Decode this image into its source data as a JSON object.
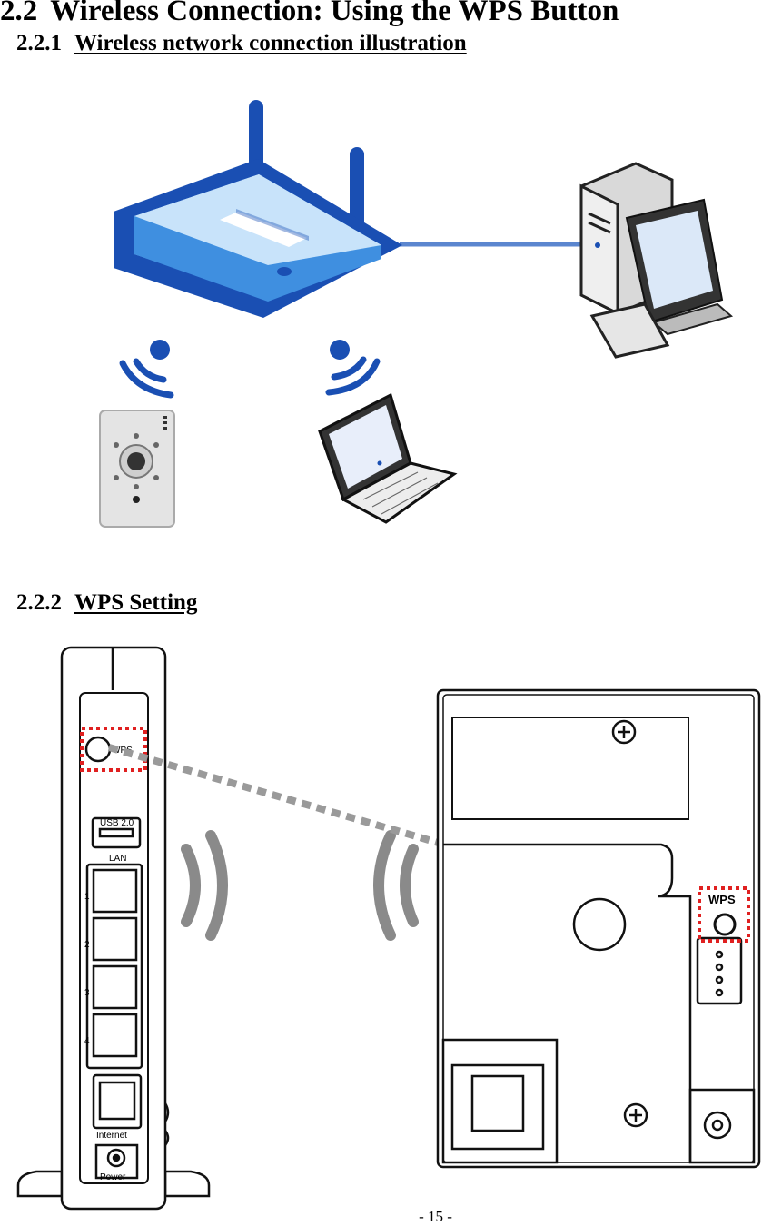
{
  "heading_main": {
    "number": "2.2",
    "title": "Wireless Connection: Using the WPS Button"
  },
  "section_1": {
    "number": "2.2.1",
    "title": "Wireless network connection illustration"
  },
  "section_2": {
    "number": "2.2.2",
    "title": "WPS Setting"
  },
  "router_labels": {
    "wps": "WPS",
    "usb": "USB 2.0",
    "lan": "LAN",
    "ports": [
      "1",
      "2",
      "3",
      "4"
    ],
    "internet": "Internet",
    "power": "Power"
  },
  "camera_labels": {
    "wps": "WPS"
  },
  "colors": {
    "router_blue": "#1a4fb3",
    "router_light": "#5aa9ec",
    "wps_marker": "#e02020"
  },
  "footer": {
    "page_number": "- 15 -"
  }
}
